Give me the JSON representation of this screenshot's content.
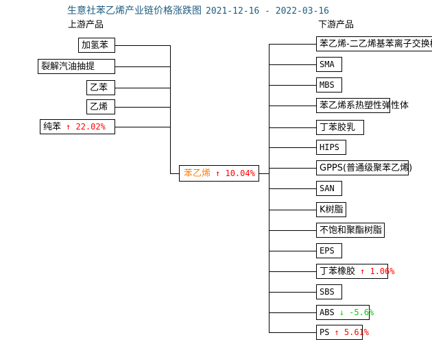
{
  "title": {
    "main": "生意社苯乙烯产业链价格涨跌图",
    "range": "2021-12-16 - 2022-03-16",
    "color": "#1c5d80"
  },
  "headers": {
    "upstream": "上游产品",
    "downstream": "下游产品"
  },
  "colors": {
    "up": "#ff0000",
    "down": "#00d000",
    "center_name": "#ff7f0e",
    "title": "#1c5d80",
    "line": "#000000"
  },
  "icons": {
    "up_arrow": "↑",
    "down_arrow": "↓"
  },
  "center": {
    "name": "苯乙烯",
    "arrow": "↑",
    "change": "10.04%"
  },
  "upstream": [
    {
      "name": "加氢苯",
      "arrow": "",
      "change": "",
      "dir": "none"
    },
    {
      "name": "裂解汽油抽提",
      "arrow": "",
      "change": "",
      "dir": "none"
    },
    {
      "name": "乙苯",
      "arrow": "",
      "change": "",
      "dir": "none"
    },
    {
      "name": "乙烯",
      "arrow": "",
      "change": "",
      "dir": "none"
    },
    {
      "name": "纯苯",
      "arrow": "↑",
      "change": "22.02%",
      "dir": "up"
    }
  ],
  "downstream": [
    {
      "name": "苯乙烯-二乙烯基苯离子交换树脂",
      "arrow": "",
      "change": "",
      "dir": "none",
      "latin": false
    },
    {
      "name": "SMA",
      "arrow": "",
      "change": "",
      "dir": "none",
      "latin": true
    },
    {
      "name": "MBS",
      "arrow": "",
      "change": "",
      "dir": "none",
      "latin": true
    },
    {
      "name": "苯乙烯系热塑性弹性体",
      "arrow": "",
      "change": "",
      "dir": "none",
      "latin": false
    },
    {
      "name": "丁苯胶乳",
      "arrow": "",
      "change": "",
      "dir": "none",
      "latin": false
    },
    {
      "name": "HIPS",
      "arrow": "",
      "change": "",
      "dir": "none",
      "latin": true
    },
    {
      "name": "GPPS(普通级聚苯乙烯)",
      "arrow": "",
      "change": "",
      "dir": "none",
      "latin": false
    },
    {
      "name": "SAN",
      "arrow": "",
      "change": "",
      "dir": "none",
      "latin": true
    },
    {
      "name": "K树脂",
      "arrow": "",
      "change": "",
      "dir": "none",
      "latin": false
    },
    {
      "name": "不饱和聚酯树脂",
      "arrow": "",
      "change": "",
      "dir": "none",
      "latin": false
    },
    {
      "name": "EPS",
      "arrow": "",
      "change": "",
      "dir": "none",
      "latin": true
    },
    {
      "name": "丁苯橡胶",
      "arrow": "↑",
      "change": "1.06%",
      "dir": "up",
      "latin": false
    },
    {
      "name": "SBS",
      "arrow": "",
      "change": "",
      "dir": "none",
      "latin": true
    },
    {
      "name": "ABS",
      "arrow": "↓",
      "change": "-5.6%",
      "dir": "down",
      "latin": true
    },
    {
      "name": "PS",
      "arrow": "↑",
      "change": "5.61%",
      "dir": "up",
      "latin": true
    }
  ],
  "chart_data": {
    "type": "diagram",
    "title": "生意社苯乙烯产业链价格涨跌图 2021-12-16 - 2022-03-16",
    "center_node": {
      "label": "苯乙烯",
      "change_pct": 10.04
    },
    "upstream": [
      {
        "label": "加氢苯",
        "change_pct": null
      },
      {
        "label": "裂解汽油抽提",
        "change_pct": null
      },
      {
        "label": "乙苯",
        "change_pct": null
      },
      {
        "label": "乙烯",
        "change_pct": null
      },
      {
        "label": "纯苯",
        "change_pct": 22.02
      }
    ],
    "downstream": [
      {
        "label": "苯乙烯-二乙烯基苯离子交换树脂",
        "change_pct": null
      },
      {
        "label": "SMA",
        "change_pct": null
      },
      {
        "label": "MBS",
        "change_pct": null
      },
      {
        "label": "苯乙烯系热塑性弹性体",
        "change_pct": null
      },
      {
        "label": "丁苯胶乳",
        "change_pct": null
      },
      {
        "label": "HIPS",
        "change_pct": null
      },
      {
        "label": "GPPS(普通级聚苯乙烯)",
        "change_pct": null
      },
      {
        "label": "SAN",
        "change_pct": null
      },
      {
        "label": "K树脂",
        "change_pct": null
      },
      {
        "label": "不饱和聚酯树脂",
        "change_pct": null
      },
      {
        "label": "EPS",
        "change_pct": null
      },
      {
        "label": "丁苯橡胶",
        "change_pct": 1.06
      },
      {
        "label": "SBS",
        "change_pct": null
      },
      {
        "label": "ABS",
        "change_pct": -5.6
      },
      {
        "label": "PS",
        "change_pct": 5.61
      }
    ]
  }
}
